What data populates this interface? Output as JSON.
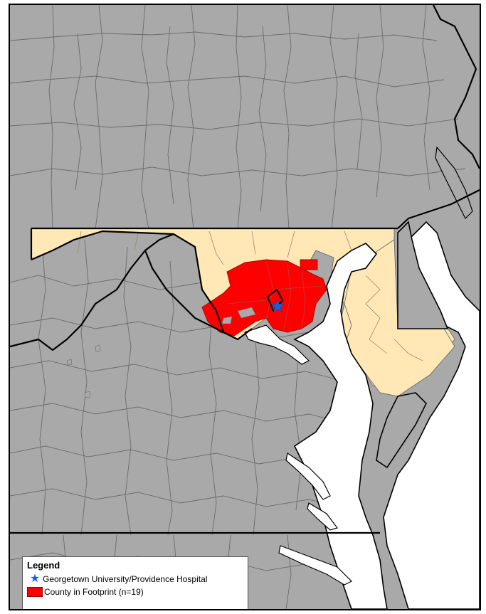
{
  "legend": {
    "title": "Legend",
    "items": [
      {
        "label": "Georgetown University/Providence Hospital",
        "symbol": "star",
        "color": "#1f5fd6"
      },
      {
        "label": "County in Footprint (n=19)",
        "symbol": "swatch",
        "color": "#ff0000"
      }
    ]
  },
  "colors": {
    "other_state": "#a9a9a9",
    "maryland": "#ffe8b5",
    "footprint": "#ff0000",
    "water": "#ffffff",
    "county_border": "#6b6b6b",
    "state_border": "#000000",
    "hospital": "#1f5fd6"
  }
}
